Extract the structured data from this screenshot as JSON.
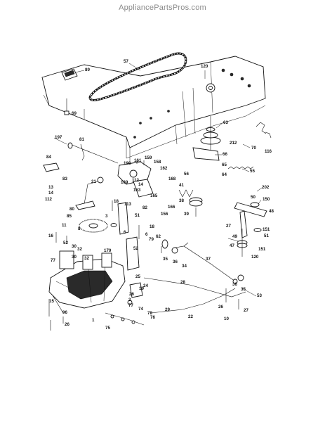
{
  "watermark": "AppliancePartsPros.com",
  "callouts": [
    {
      "id": "c89",
      "text": "89"
    },
    {
      "id": "c57",
      "text": "57"
    },
    {
      "id": "c120a",
      "text": "120"
    },
    {
      "id": "c69",
      "text": "69"
    },
    {
      "id": "c63",
      "text": "63"
    },
    {
      "id": "c212",
      "text": "212"
    },
    {
      "id": "c70",
      "text": "70"
    },
    {
      "id": "c116",
      "text": "116"
    },
    {
      "id": "c197",
      "text": "197"
    },
    {
      "id": "c81",
      "text": "81"
    },
    {
      "id": "c66",
      "text": "66"
    },
    {
      "id": "c65",
      "text": "65"
    },
    {
      "id": "c64",
      "text": "64"
    },
    {
      "id": "c55",
      "text": "55"
    },
    {
      "id": "c84",
      "text": "84"
    },
    {
      "id": "c198",
      "text": "198"
    },
    {
      "id": "c161",
      "text": "161"
    },
    {
      "id": "c159",
      "text": "159"
    },
    {
      "id": "c158",
      "text": "158"
    },
    {
      "id": "c162",
      "text": "162"
    },
    {
      "id": "c56",
      "text": "56"
    },
    {
      "id": "c83",
      "text": "83"
    },
    {
      "id": "c21",
      "text": "21"
    },
    {
      "id": "c169",
      "text": "169"
    },
    {
      "id": "c112a",
      "text": "112"
    },
    {
      "id": "c14a",
      "text": "14"
    },
    {
      "id": "c168",
      "text": "168"
    },
    {
      "id": "c41",
      "text": "41"
    },
    {
      "id": "c163",
      "text": "163"
    },
    {
      "id": "c165",
      "text": "165"
    },
    {
      "id": "c13",
      "text": "13"
    },
    {
      "id": "c14b",
      "text": "14"
    },
    {
      "id": "c112b",
      "text": "112"
    },
    {
      "id": "c80",
      "text": "80"
    },
    {
      "id": "c85",
      "text": "85"
    },
    {
      "id": "c18",
      "text": "18"
    },
    {
      "id": "c113",
      "text": "113"
    },
    {
      "id": "c82",
      "text": "82"
    },
    {
      "id": "c166",
      "text": "166"
    },
    {
      "id": "c38",
      "text": "38"
    },
    {
      "id": "c156",
      "text": "156"
    },
    {
      "id": "c202",
      "text": "202"
    },
    {
      "id": "c50",
      "text": "50"
    },
    {
      "id": "c150",
      "text": "150"
    },
    {
      "id": "c48",
      "text": "48"
    },
    {
      "id": "c39",
      "text": "39"
    },
    {
      "id": "c11",
      "text": "11"
    },
    {
      "id": "c8",
      "text": "8"
    },
    {
      "id": "c3",
      "text": "3"
    },
    {
      "id": "c51a",
      "text": "51"
    },
    {
      "id": "c27a",
      "text": "27"
    },
    {
      "id": "c151a",
      "text": "151"
    },
    {
      "id": "c51b",
      "text": "51"
    },
    {
      "id": "c16",
      "text": "16"
    },
    {
      "id": "c6a",
      "text": "6"
    },
    {
      "id": "c18b",
      "text": "18"
    },
    {
      "id": "c52a",
      "text": "52"
    },
    {
      "id": "c30a",
      "text": "30"
    },
    {
      "id": "c32a",
      "text": "32"
    },
    {
      "id": "c52b",
      "text": "52"
    },
    {
      "id": "c6b",
      "text": "6"
    },
    {
      "id": "c62",
      "text": "62"
    },
    {
      "id": "c35",
      "text": "35"
    },
    {
      "id": "c36a",
      "text": "36"
    },
    {
      "id": "c34",
      "text": "34"
    },
    {
      "id": "c49",
      "text": "49"
    },
    {
      "id": "c47",
      "text": "47"
    },
    {
      "id": "c151b",
      "text": "151"
    },
    {
      "id": "c120b",
      "text": "120"
    },
    {
      "id": "c79",
      "text": "79"
    },
    {
      "id": "c170",
      "text": "170"
    },
    {
      "id": "c77a",
      "text": "77"
    },
    {
      "id": "c30b",
      "text": "30"
    },
    {
      "id": "c32b",
      "text": "32"
    },
    {
      "id": "c37",
      "text": "37"
    },
    {
      "id": "c25",
      "text": "25"
    },
    {
      "id": "c28",
      "text": "28"
    },
    {
      "id": "c24",
      "text": "24"
    },
    {
      "id": "c19",
      "text": "19"
    },
    {
      "id": "c26a",
      "text": "26"
    },
    {
      "id": "c36b",
      "text": "36"
    },
    {
      "id": "c35b",
      "text": "35"
    },
    {
      "id": "c53",
      "text": "53"
    },
    {
      "id": "c15",
      "text": "15"
    },
    {
      "id": "c2",
      "text": "2"
    },
    {
      "id": "c77b",
      "text": "77"
    },
    {
      "id": "c74",
      "text": "74"
    },
    {
      "id": "c29",
      "text": "29"
    },
    {
      "id": "c22",
      "text": "22"
    },
    {
      "id": "c26b",
      "text": "26"
    },
    {
      "id": "c27b",
      "text": "27"
    },
    {
      "id": "c96",
      "text": "96"
    },
    {
      "id": "c78",
      "text": "78"
    },
    {
      "id": "c76",
      "text": "76"
    },
    {
      "id": "c10",
      "text": "10"
    },
    {
      "id": "c1",
      "text": "1"
    },
    {
      "id": "c75",
      "text": "75"
    },
    {
      "id": "c26c",
      "text": "26"
    }
  ]
}
